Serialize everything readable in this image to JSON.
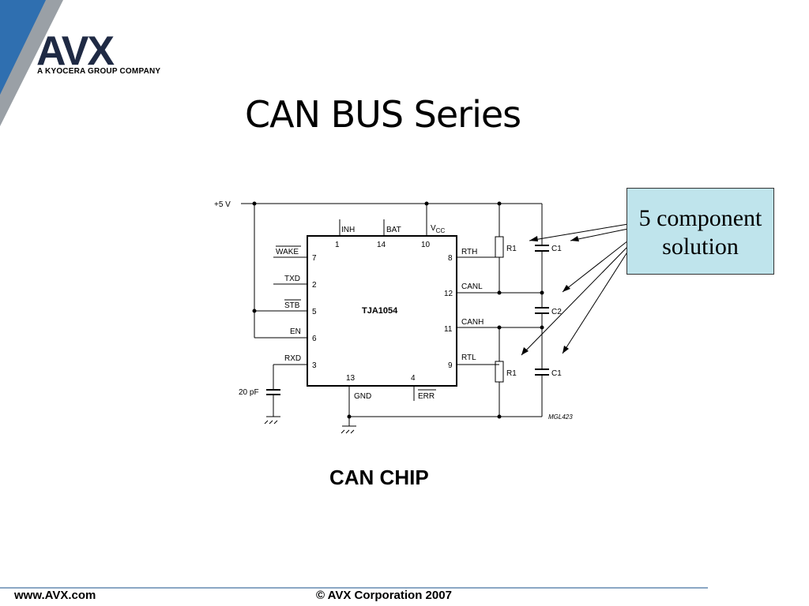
{
  "logo": {
    "brand": "AVX",
    "tagline": "A KYOCERA GROUP COMPANY",
    "colors": {
      "dark": "#1f2a44",
      "blue": "#2f6fb0",
      "gray": "#9aa0a6"
    }
  },
  "title": "CAN BUS Series",
  "diagram": {
    "chip_name": "TJA1054",
    "supply_label": "+5 V",
    "cap_label": "20 pF",
    "ref_code": "MGL423",
    "pins": {
      "inh": {
        "name": "INH",
        "num": "1"
      },
      "bat": {
        "name": "BAT",
        "num": "14"
      },
      "vcc": {
        "name": "V",
        "sub": "CC",
        "num": "10"
      },
      "wake": {
        "name": "WAKE",
        "num": "7"
      },
      "txd": {
        "name": "TXD",
        "num": "2"
      },
      "stb": {
        "name": "STB",
        "num": "5"
      },
      "en": {
        "name": "EN",
        "num": "6"
      },
      "rxd": {
        "name": "RXD",
        "num": "3"
      },
      "gnd": {
        "name": "GND",
        "num": "13"
      },
      "err": {
        "name": "ERR",
        "num": "4"
      },
      "rth": {
        "name": "RTH",
        "num": "8"
      },
      "canl": {
        "name": "CANL",
        "num": "12"
      },
      "canh": {
        "name": "CANH",
        "num": "11"
      },
      "rtl": {
        "name": "RTL",
        "num": "9"
      }
    },
    "components": {
      "r1_top": "R1",
      "r1_bottom": "R1",
      "c1_top": "C1",
      "c2": "C2",
      "c1_bottom": "C1"
    }
  },
  "callout": {
    "line1": "5 component",
    "line2": "solution"
  },
  "caption": "CAN CHIP",
  "footer": {
    "website": "www.AVX.com",
    "copyright": "© AVX Corporation 2007"
  }
}
